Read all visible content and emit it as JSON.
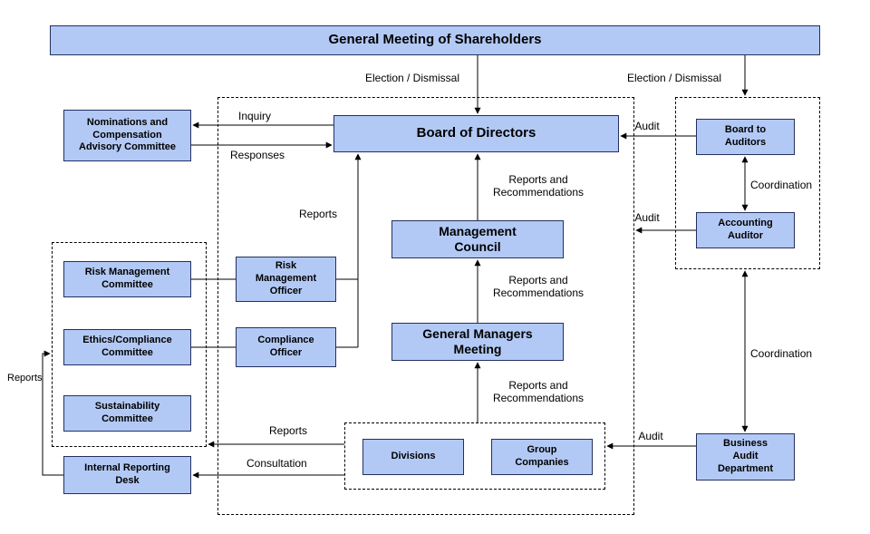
{
  "colors": {
    "box_fill": "#b3c9f5",
    "box_border": "#24305e",
    "line": "#000000"
  },
  "nodes": {
    "shareholders": "General Meeting of Shareholders",
    "board": "Board of Directors",
    "nominations": "Nominations and\nCompensation\nAdvisory Committee",
    "board_to_auditors": "Board to\nAuditors",
    "accounting_auditor": "Accounting\nAuditor",
    "management_council": "Management\nCouncil",
    "general_managers_meeting": "General Managers\nMeeting",
    "risk_management_committee": "Risk Management\nCommittee",
    "risk_management_officer": "Risk\nManagement\nOfficer",
    "ethics_compliance_committee": "Ethics/Compliance\nCommittee",
    "compliance_officer": "Compliance\nOfficer",
    "sustainability_committee": "Sustainability\nCommittee",
    "internal_reporting_desk": "Internal Reporting\nDesk",
    "divisions": "Divisions",
    "group_companies": "Group\nCompanies",
    "business_audit_department": "Business\nAudit\nDepartment"
  },
  "labels": {
    "election_dismissal_left": "Election / Dismissal",
    "election_dismissal_right": "Election / Dismissal",
    "inquiry": "Inquiry",
    "responses": "Responses",
    "reports_officers": "Reports",
    "reports_recommendations_top": "Reports and\nRecommendations",
    "reports_recommendations_mid": "Reports and\nRecommendations",
    "reports_recommendations_bottom": "Reports and\nRecommendations",
    "audit_board": "Audit",
    "audit_accounting": "Audit",
    "audit_business": "Audit",
    "coordination_top": "Coordination",
    "coordination_bottom": "Coordination",
    "reports_internal": "Reports",
    "reports_divisions": "Reports",
    "consultation": "Consultation"
  }
}
